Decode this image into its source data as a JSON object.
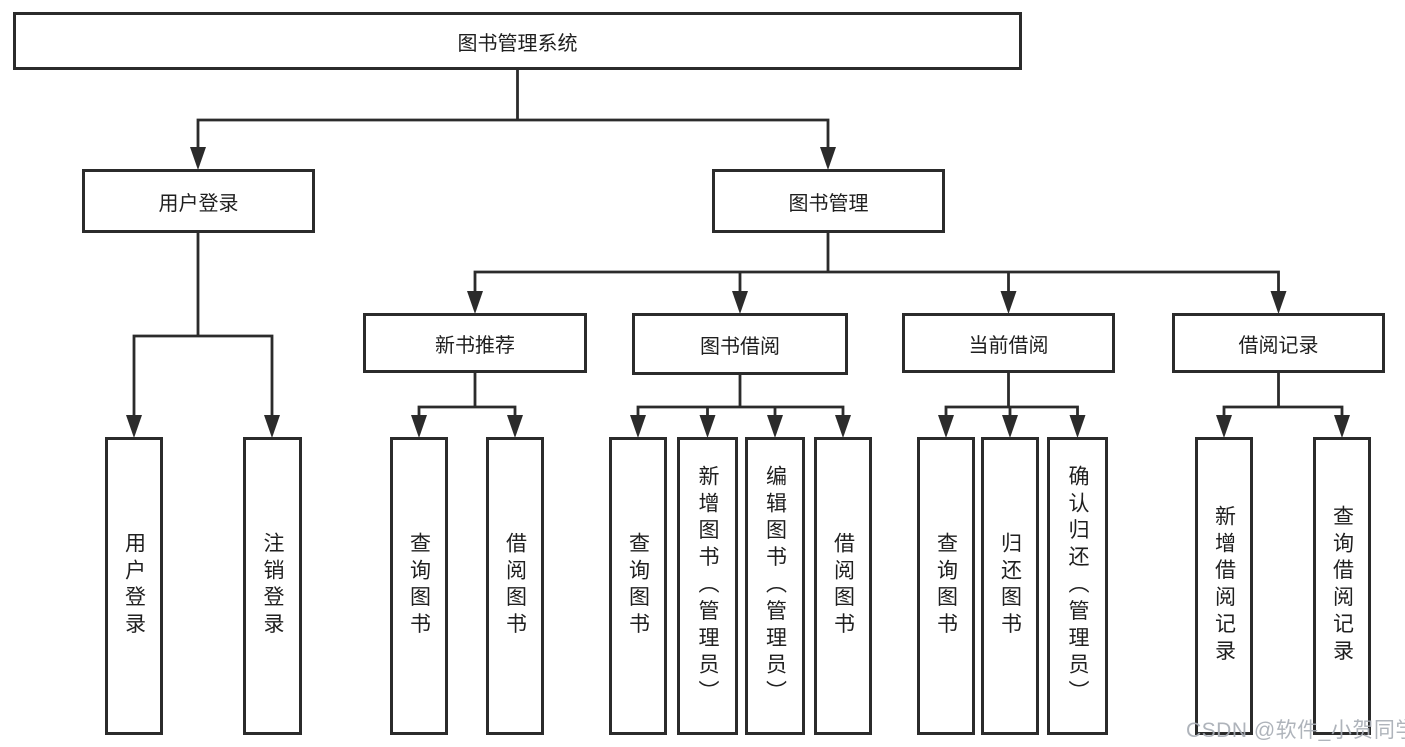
{
  "tree": {
    "root": "图书管理系统",
    "branches": [
      {
        "label": "用户登录",
        "children": [
          "用户登录",
          "注销登录"
        ]
      },
      {
        "label": "图书管理",
        "modules": [
          {
            "label": "新书推荐",
            "children": [
              "查询图书",
              "借阅图书"
            ]
          },
          {
            "label": "图书借阅",
            "children": [
              "查询图书",
              "新增图书（管理员）",
              "编辑图书（管理员）",
              "借阅图书"
            ]
          },
          {
            "label": "当前借阅",
            "children": [
              "查询图书",
              "归还图书",
              "确认归还（管理员）"
            ]
          },
          {
            "label": "借阅记录",
            "children": [
              "新增借阅记录",
              "查询借阅记录"
            ]
          }
        ]
      }
    ]
  },
  "watermark": "CSDN @软件_小贺同学",
  "colors": {
    "line": "#2b2b2b",
    "text": "#1f1f1f",
    "box_background": "#ffffff",
    "watermark": "#a9aeb6",
    "background": "#ffffff"
  }
}
